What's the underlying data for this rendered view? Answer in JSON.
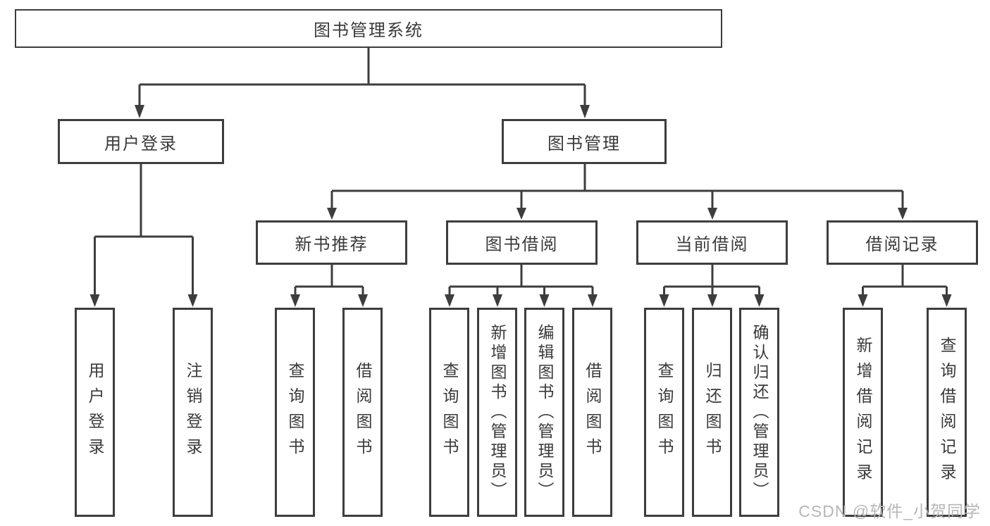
{
  "diagram": {
    "root": {
      "label": "图书管理系统"
    },
    "branches": [
      {
        "label": "用户登录",
        "children": [
          {
            "label": "用户登录"
          },
          {
            "label": "注销登录"
          }
        ]
      },
      {
        "label": "图书管理",
        "children": [
          {
            "label": "新书推荐",
            "children": [
              {
                "label": "查询图书"
              },
              {
                "label": "借阅图书"
              }
            ]
          },
          {
            "label": "图书借阅",
            "children": [
              {
                "label": "查询图书"
              },
              {
                "label": "新增图书（管理员）"
              },
              {
                "label": "编辑图书（管理员）"
              },
              {
                "label": "借阅图书"
              }
            ]
          },
          {
            "label": "当前借阅",
            "children": [
              {
                "label": "查询图书"
              },
              {
                "label": "归还图书"
              },
              {
                "label": "确认归还（管理员）"
              }
            ]
          },
          {
            "label": "借阅记录",
            "children": [
              {
                "label": "新增借阅记录"
              },
              {
                "label": "查询借阅记录"
              }
            ]
          }
        ]
      }
    ]
  },
  "watermark": {
    "text": "CSDN @软件_小贺同学"
  },
  "colors": {
    "line": "#3d3d3d",
    "text": "#3a3a3a",
    "background": "#ffffff",
    "watermark": "#b7b7b7"
  }
}
